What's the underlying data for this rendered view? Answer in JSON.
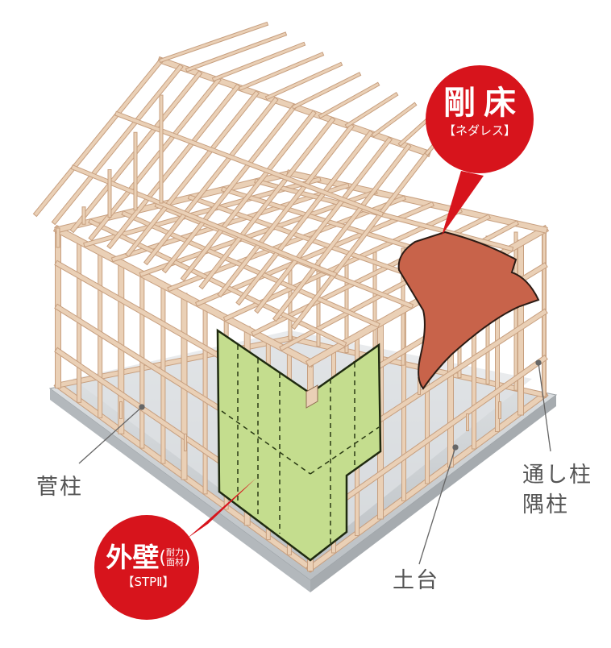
{
  "callouts": {
    "rigid_floor": {
      "title": "剛床",
      "subtitle": "【ネダレス】"
    },
    "exterior_wall": {
      "title": "外壁",
      "paren_open": "(",
      "paren_line1": "耐力",
      "paren_line2": "面材",
      "paren_close": ")",
      "subtitle": "【STPⅡ】"
    }
  },
  "labels": {
    "kudabashira": "菅柱",
    "toshibashira": "通し柱",
    "sumibashira": "隅柱",
    "dodai": "土台"
  },
  "colors": {
    "bubble_red": "#d7141c",
    "wood": "#ead0b6",
    "wood_edge": "#c79f7f",
    "wall_panel": "#c4dd8e",
    "floor_panel": "#c8634a",
    "foundation": "#cfd3d6"
  }
}
